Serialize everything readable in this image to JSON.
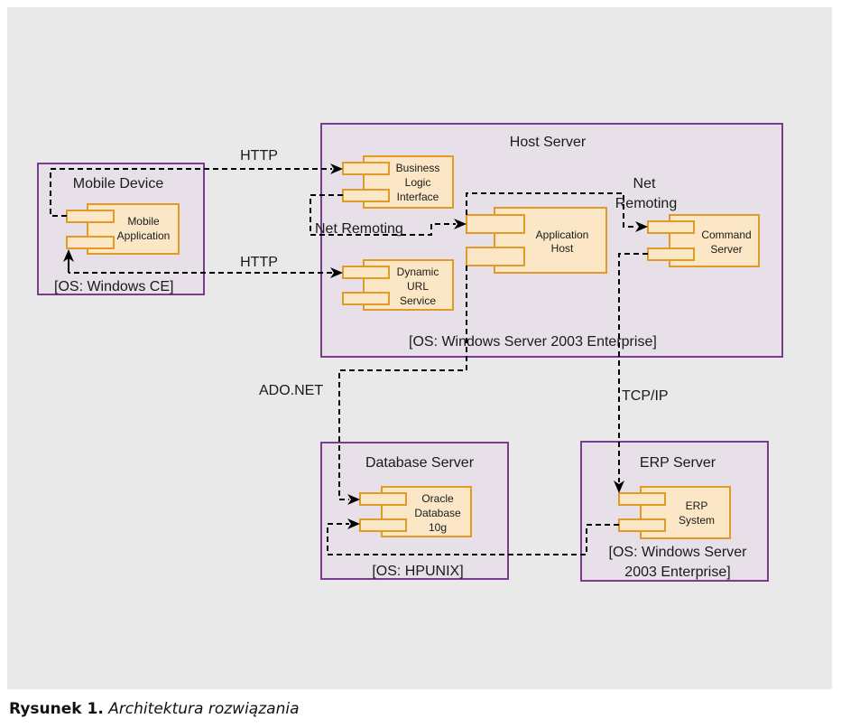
{
  "nodes": [
    {
      "id": "mobile",
      "title": "Mobile Device",
      "os": "[OS: Windows CE]"
    },
    {
      "id": "host",
      "title": "Host Server",
      "os": "[OS: Windows Server 2003 Enterprise]"
    },
    {
      "id": "db",
      "title": "Database Server",
      "os": "[OS: HPUNIX]"
    },
    {
      "id": "erp",
      "title": "ERP Server",
      "os_lines": [
        "[OS: Windows Server",
        "2003 Enterprise]"
      ]
    }
  ],
  "components": [
    {
      "id": "mobile_app",
      "lines": [
        "Mobile",
        "Application"
      ]
    },
    {
      "id": "bli",
      "lines": [
        "Business",
        "Logic",
        "Interface"
      ]
    },
    {
      "id": "dus",
      "lines": [
        "Dynamic",
        "URL",
        "Service"
      ]
    },
    {
      "id": "apphost",
      "lines": [
        "Application",
        "Host"
      ]
    },
    {
      "id": "cmd",
      "lines": [
        "Command",
        "Server"
      ]
    },
    {
      "id": "oracle",
      "lines": [
        "Oracle",
        "Database",
        "10g"
      ]
    },
    {
      "id": "erpsys",
      "lines": [
        "ERP",
        "System"
      ]
    }
  ],
  "connections": [
    {
      "id": "http1",
      "label": "HTTP"
    },
    {
      "id": "http2",
      "label": "HTTP"
    },
    {
      "id": "netrem1",
      "label": "Net Remoting"
    },
    {
      "id": "netrem2",
      "label_lines": [
        "Net",
        "Remoting"
      ]
    },
    {
      "id": "adonet",
      "label": "ADO.NET"
    },
    {
      "id": "tcpip",
      "label": "TCP/IP"
    }
  ],
  "caption": {
    "label": "Rysunek 1.",
    "text": "Architektura rozwiązania"
  }
}
